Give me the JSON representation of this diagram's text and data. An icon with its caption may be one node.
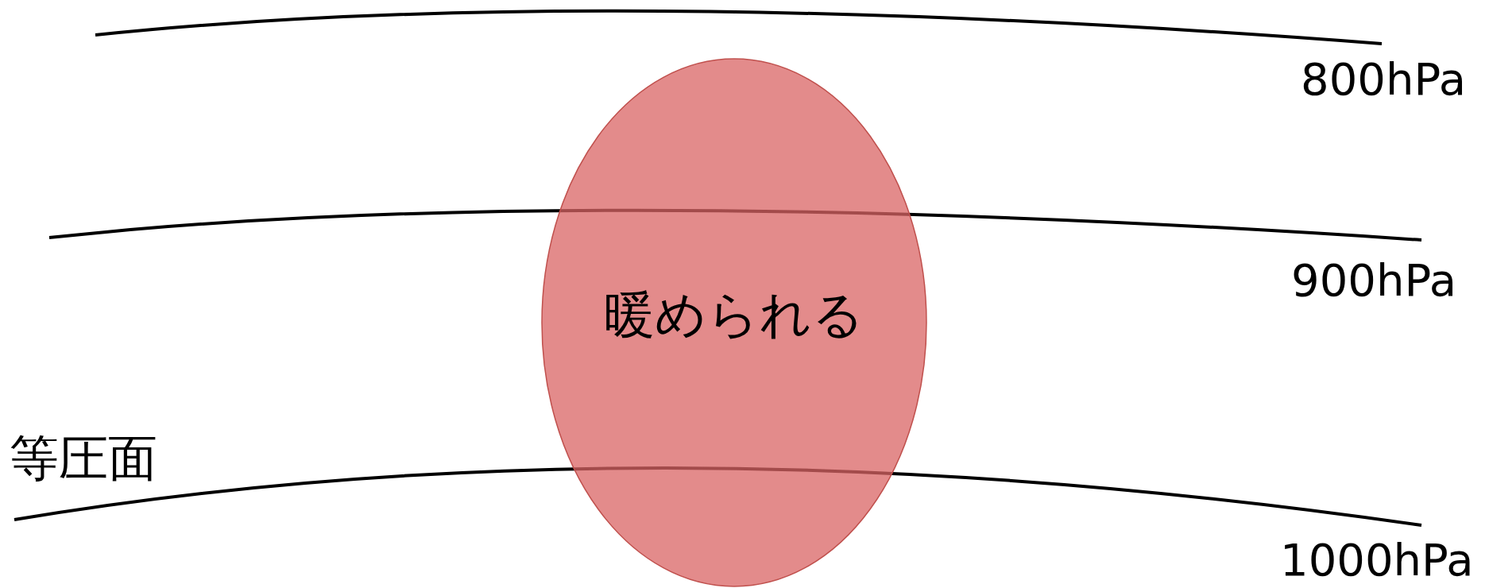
{
  "diagram": {
    "nodes": [
      {
        "text": [
          "暖められる"
        ]
      }
    ],
    "labels": [
      "800hPa",
      "900hPa",
      "等圧面",
      "1000hPa"
    ]
  }
}
